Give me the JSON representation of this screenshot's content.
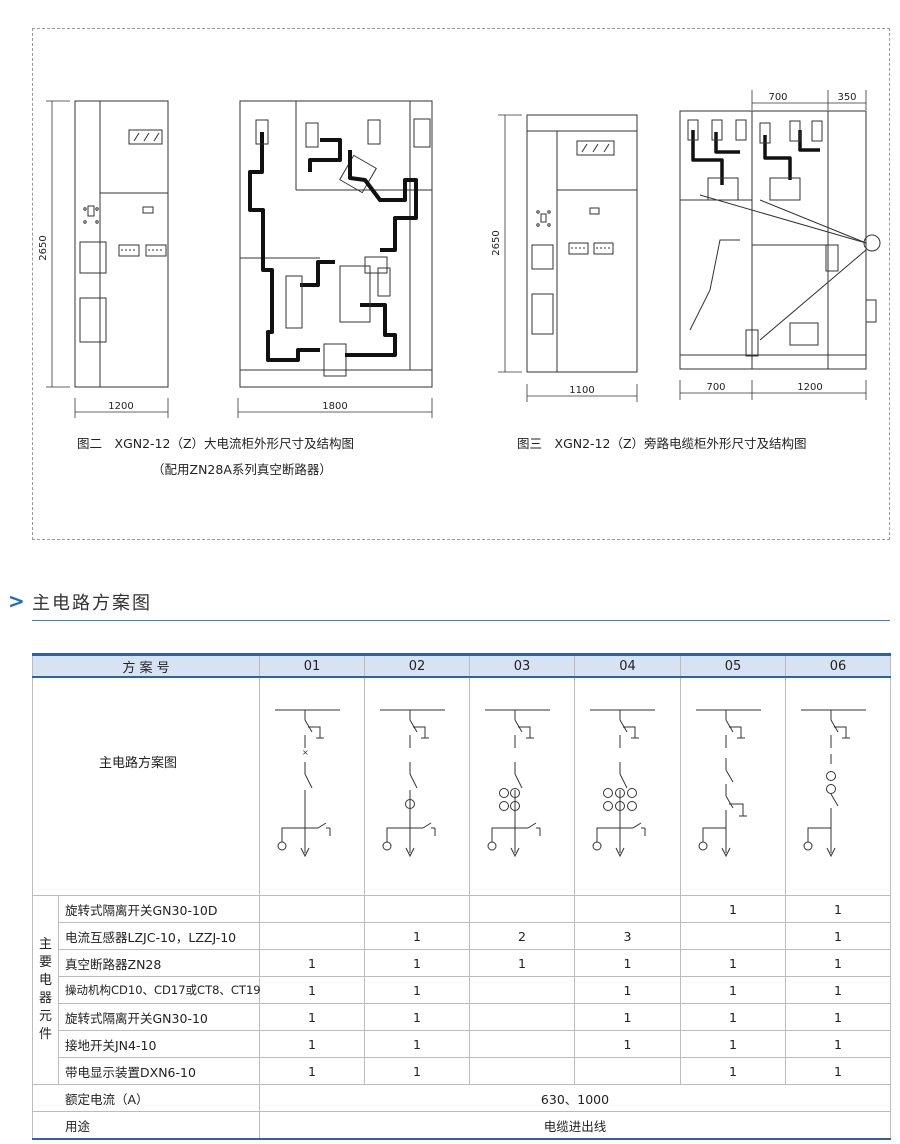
{
  "figures": {
    "fig2": {
      "caption": "图二　XGN2-12（Z）大电流柜外形尺寸及结构图",
      "subcaption": "（配用ZN28A系列真空断路器）",
      "dims": {
        "height": "2650",
        "width_front": "1200",
        "depth": "1800"
      }
    },
    "fig3": {
      "caption": "图三　XGN2-12（Z）旁路电缆柜外形尺寸及结构图",
      "dims": {
        "height": "2650",
        "width_front": "1100",
        "top_a": "700",
        "top_b": "350",
        "bottom_a": "700",
        "bottom_b": "1200"
      }
    }
  },
  "section": {
    "arrow": ">",
    "title": "主电路方案图"
  },
  "table": {
    "header_label": "方 案 号",
    "scheme_numbers": [
      "01",
      "02",
      "03",
      "04",
      "05",
      "06"
    ],
    "diagram_row_label": "主电路方案图",
    "group_label_chars": [
      "主",
      "要",
      "电",
      "器",
      "元",
      "件"
    ],
    "component_rows": [
      {
        "name": "旋转式隔离开关GN30-10D",
        "values": [
          "",
          "",
          "",
          "",
          "1",
          "1"
        ]
      },
      {
        "name": "电流互感器LZJC-10，LZZJ-10",
        "values": [
          "",
          "1",
          "2",
          "3",
          "",
          "1"
        ]
      },
      {
        "name": "真空断路器ZN28",
        "values": [
          "1",
          "1",
          "1",
          "1",
          "1",
          "1"
        ]
      },
      {
        "name": "操动机构CD10、CD17或CT8、CT19",
        "values": [
          "1",
          "1",
          "",
          "1",
          "1",
          "1"
        ]
      },
      {
        "name": "旋转式隔离开关GN30-10",
        "values": [
          "1",
          "1",
          "",
          "1",
          "1",
          "1"
        ]
      },
      {
        "name": "接地开关JN4-10",
        "values": [
          "1",
          "1",
          "",
          "1",
          "1",
          "1"
        ]
      },
      {
        "name": "带电显示装置DXN6-10",
        "values": [
          "1",
          "1",
          "",
          "",
          "1",
          "1"
        ]
      }
    ],
    "rated_current": {
      "label": "额定电流（A）",
      "value": "630、1000"
    },
    "usage": {
      "label": "用途",
      "value": "电缆进出线"
    }
  },
  "colors": {
    "accent": "#2d62a8",
    "header_bg": "#d7e3f2",
    "line": "#222222"
  }
}
